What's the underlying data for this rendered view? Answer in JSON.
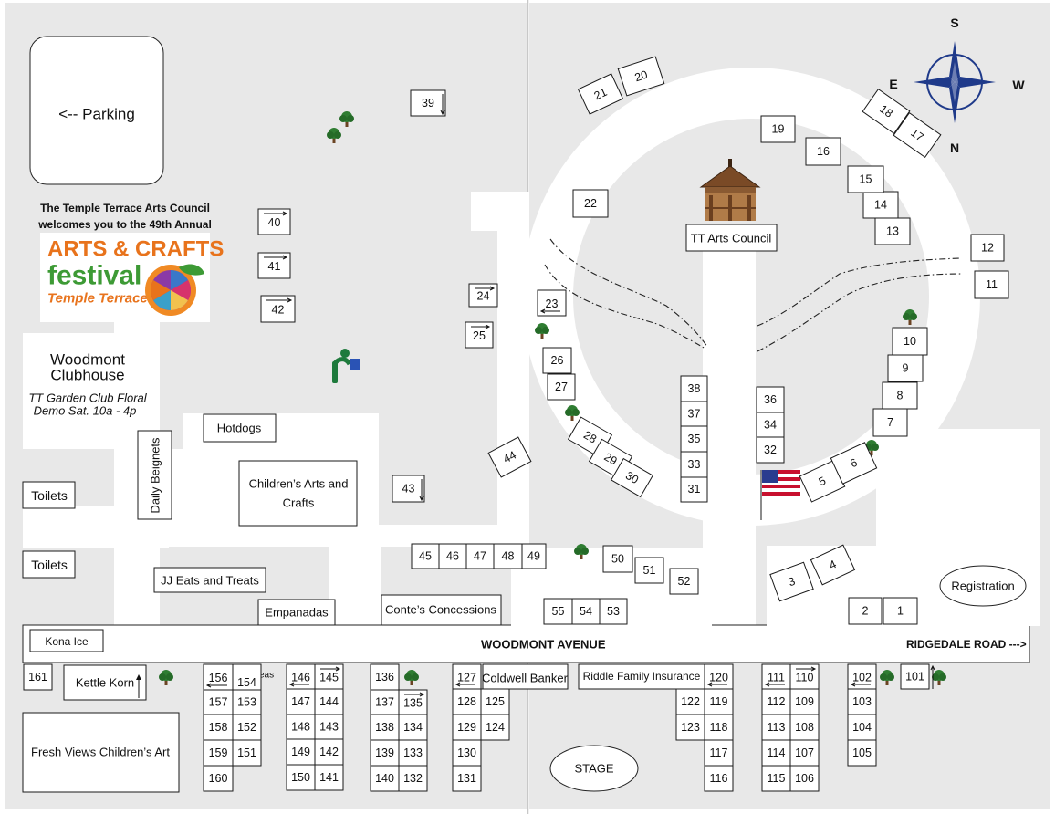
{
  "parking_label": "<-- Parking",
  "welcome": {
    "line1": "The Temple Terrace Arts Council",
    "line2": "welcomes you to the 49th Annual"
  },
  "logo": {
    "word1": "ARTS & CRAFTS",
    "word2": "festival",
    "word3": "Temple Terrace",
    "color_orange": "#e8731c",
    "color_green": "#3d9a35"
  },
  "clubhouse": {
    "name1": "Woodmont",
    "name2": "Clubhouse",
    "note1": "TT Garden Club Floral",
    "note2": "Demo Sat. 10a - 4p"
  },
  "places": {
    "hotdogs": "Hotdogs",
    "daily_beignets": "Daily Beignets",
    "childrens_arts1": "Children’s Arts and",
    "childrens_arts2": "Crafts",
    "toilets": "Toilets",
    "jj_eats": "JJ Eats and Treats",
    "empanadas": "Empanadas",
    "contes": "Conte’s Concessions",
    "kona_ice": "Kona Ice",
    "kettle_korn": "Kettle Korn",
    "fresh_views": "Fresh Views Children’s Art",
    "serniteas": "Serniteas",
    "coldwell": "Coldwell Banker",
    "riddle": "Riddle Family Insurance",
    "stage": "STAGE",
    "registration": "Registration",
    "tt_arts_council": "TT Arts Council"
  },
  "streets": {
    "woodmont": "WOODMONT AVENUE",
    "ridgedale": "RIDGEDALE ROAD --->"
  },
  "compass": {
    "s": "S",
    "e": "E",
    "w": "W",
    "n": "N",
    "color": "#1f3a8a"
  },
  "booths": {
    "circle_top": [
      "21",
      "20",
      "19",
      "18",
      "17",
      "16",
      "15",
      "14",
      "13",
      "22",
      "12",
      "11"
    ],
    "circle_east": [
      "10",
      "9",
      "8",
      "7",
      "6",
      "5",
      "4",
      "3",
      "2",
      "1"
    ],
    "circle_west": [
      "23",
      "24",
      "25",
      "26",
      "27",
      "28",
      "29",
      "30",
      "44",
      "43"
    ],
    "center_left": [
      "38",
      "37",
      "35",
      "33",
      "31"
    ],
    "center_right": [
      "36",
      "34",
      "32"
    ],
    "park_west": [
      "39",
      "40",
      "41",
      "42"
    ],
    "row_south": [
      "45",
      "46",
      "47",
      "48",
      "49",
      "50",
      "51",
      "52",
      "55",
      "54",
      "53"
    ],
    "avenue_south": [
      "161",
      "156",
      "157",
      "158",
      "159",
      "160",
      "154",
      "153",
      "152",
      "151",
      "146",
      "145",
      "147",
      "144",
      "148",
      "143",
      "149",
      "142",
      "150",
      "141",
      "136",
      "135",
      "137",
      "138",
      "134",
      "139",
      "133",
      "140",
      "132",
      "127",
      "128",
      "125",
      "129",
      "124",
      "130",
      "131",
      "120",
      "122",
      "119",
      "123",
      "118",
      "117",
      "116",
      "111",
      "110",
      "112",
      "109",
      "113",
      "108",
      "114",
      "107",
      "115",
      "106",
      "102",
      "101",
      "103",
      "104",
      "105"
    ]
  }
}
